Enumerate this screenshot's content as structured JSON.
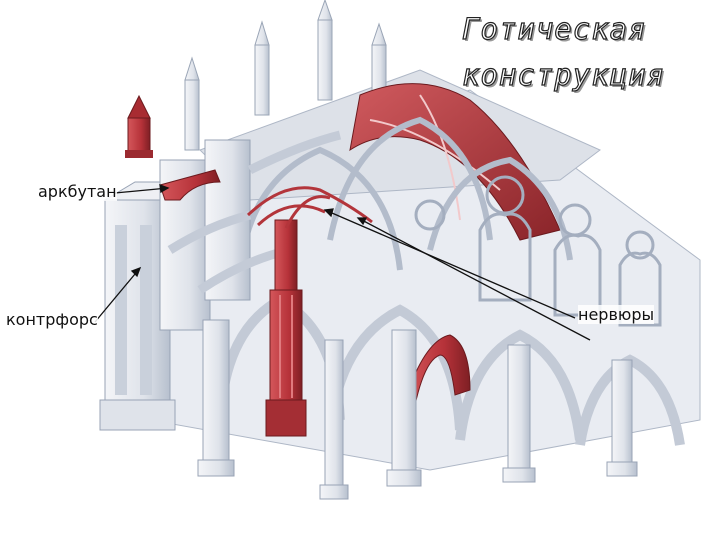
{
  "title": "Готическая конструкция",
  "labels": {
    "flying_buttress": "аркбутан",
    "buttress": "контрфорс",
    "ribs": "нервюры"
  },
  "colors": {
    "stone": "#e6e8ee",
    "stone_shadow": "#b9c2d0",
    "stone_dark": "#8f9bb0",
    "highlight": "#b93a3f",
    "highlight_dark": "#7e1f24",
    "pointer_line": "#111111"
  }
}
